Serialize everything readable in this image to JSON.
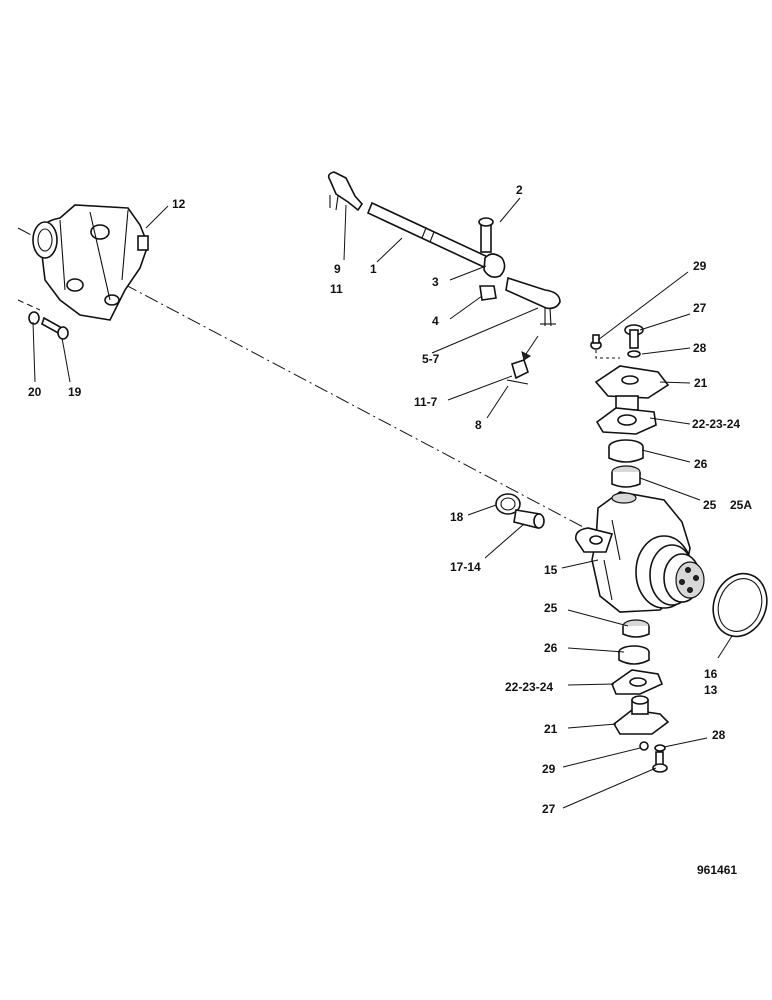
{
  "drawing_number": "961461",
  "callouts": {
    "c1": "1",
    "c2": "2",
    "c3": "3",
    "c4": "4",
    "c5_7": "5-7",
    "c8": "8",
    "c9": "9",
    "c11": "11",
    "c11_7": "11-7",
    "c12": "12",
    "c19": "19",
    "c20": "20",
    "c29_top": "29",
    "c27_top": "27",
    "c28_top": "28",
    "c21_top": "21",
    "c22_top": "22-23-24",
    "c26_top": "26",
    "c25_top": "25",
    "c25a": "25A",
    "c18": "18",
    "c17_14": "17-14",
    "c15": "15",
    "c25_bot": "25",
    "c26_bot": "26",
    "c22_bot": "22-23-24",
    "c21_bot": "21",
    "c28_bot": "28",
    "c29_bot": "29",
    "c27_bot": "27",
    "c16": "16",
    "c13": "13"
  }
}
